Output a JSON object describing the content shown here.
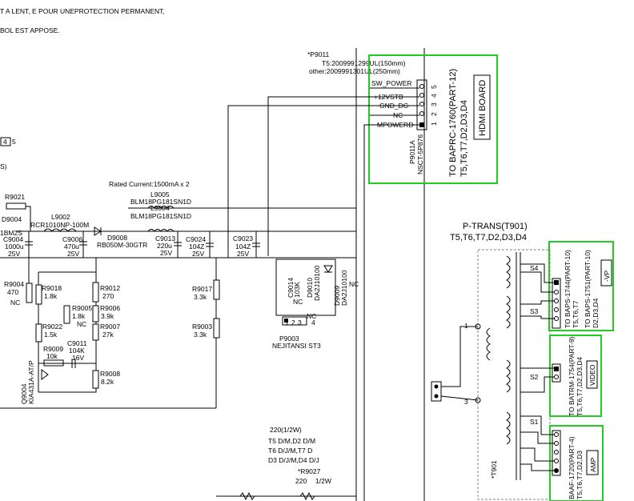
{
  "header": {
    "line1": "T A LENT, E POUR UNEPROTECTION PERMANENT,",
    "line2": "BOL EST APPOSE."
  },
  "connector_p9011": {
    "ref": "*P9011",
    "note1": "T5:2009991299UL(150mm)",
    "note2": "other:2009991301UL(250mm)",
    "pins": [
      "SW_POWER",
      "+12VSTB",
      "GND_DG",
      "NC",
      "MPOWERD"
    ],
    "pin_numbers": [
      "5",
      "4",
      "3",
      "2",
      "1"
    ],
    "part": "P9011A",
    "part_code": "NSCT-5P876",
    "dest": "TO BAPRC-1760(PART-12)",
    "dest_models": "T5,T6,T7,D2,D3,D4",
    "board": "HDMI BOARD"
  },
  "left_fragment": {
    "pin_box": "4",
    "pin_next": "5",
    "partial_s": "S)"
  },
  "components": {
    "rated": "Rated Current:1500mA x 2",
    "l9005": "L9005",
    "l9005_val": "BLM18PG181SN1D",
    "l9004": "L9004",
    "l9004_val": "BLM18PG181SN1D",
    "r9021": "R9021",
    "d9004": "D9004",
    "l9002": "L9002",
    "l9002_val": "RCR1010NP-100M",
    "bm": "1BM2S",
    "c9004": "C9004",
    "c9004_v1": "1000u",
    "c9004_v2": "25V",
    "c9006": "C9006",
    "c9006_v1": "470u",
    "c9006_v2": "25V",
    "d9008": "D9008",
    "d9008_val": "RB050M-30GTR",
    "c9013": "C9013",
    "c9013_v1": "220u",
    "c9013_v2": "25V",
    "c9024": "C9024",
    "c9024_v1": "104Z",
    "c9024_v2": "25V",
    "c9023": "C9023",
    "c9023_v1": "104Z",
    "c9023_v2": "25V",
    "r9004": "R9004",
    "r9004_val": "470",
    "nc": "NC",
    "r9018": "R9018",
    "r9018_val": "1.8k",
    "r9012": "R9012",
    "r9012_val": "270",
    "r9005": "R9005",
    "r9005_val": "1.8k",
    "r9006": "R9006",
    "r9006_val": "3.9k",
    "r9007": "R9007",
    "r9007_val": "27k",
    "r9022": "R9022",
    "r9022_val": "1.5k",
    "r9009": "R9009",
    "r9009_val": "10k",
    "c9011": "C9011",
    "c9011_v1": "104K",
    "c9011_v2": "16V",
    "r9008": "R9008",
    "r9008_val": "8.2k",
    "q9004": "Q9004",
    "q9004_val": "KIA431A-AT/P",
    "r9017": "R9017",
    "r9017_val": "3.3k",
    "r9003": "R9003",
    "r9003_val": "3.3k",
    "c9014": "C9014",
    "c9014_val": "103K",
    "d9010": "D9010",
    "d9010_val": "DA2J10100",
    "d9009": "D9009",
    "d9009_val": "DA2J10100",
    "p9003": "P9003",
    "p9003_val": "NEJITANSI  ST3",
    "p9003_pins": [
      "1",
      "2",
      "3",
      "4"
    ]
  },
  "lower_notes": {
    "l1": "220(1/2W)",
    "l2": "T5 D/M,D2 D/M",
    "l3": "T6 D/J/M,T7 D",
    "l4": "D3 D/J/M,D4 D/J",
    "r9027": "*R9027",
    "r9027_v1": "220",
    "r9027_v2": "1/2W"
  },
  "ptrans": {
    "title": "P-TRANS(T901)",
    "models": "T5,T6,T7,D2,D3,D4",
    "s4": "S4",
    "s3": "S3",
    "s2": "S2",
    "s1": "S1",
    "pin1": "1",
    "pin3": "3",
    "t901": "*T901",
    "box_vp_dest1": "TO BAPS-1744(PART-10)",
    "box_vp_models1": "T5,T6,T7",
    "box_vp_dest2": "TO BAPS-1751(PART-10)",
    "box_vp_models2": "D2,D3,D4",
    "box_vp_label": "-VP",
    "box_video_dest": "TO BATRM-1754(PART-9)",
    "box_video_models": "T5,T6,T7,D2,D3,D4",
    "box_video_label": "VIDEO",
    "box_amp_dest": "BAAF-1720(PART-4)",
    "box_amp_models": "T5,T6,T7,D2,D3",
    "box_amp_label": "AMP"
  },
  "colors": {
    "highlight": "#22cc22",
    "line": "#000000"
  }
}
